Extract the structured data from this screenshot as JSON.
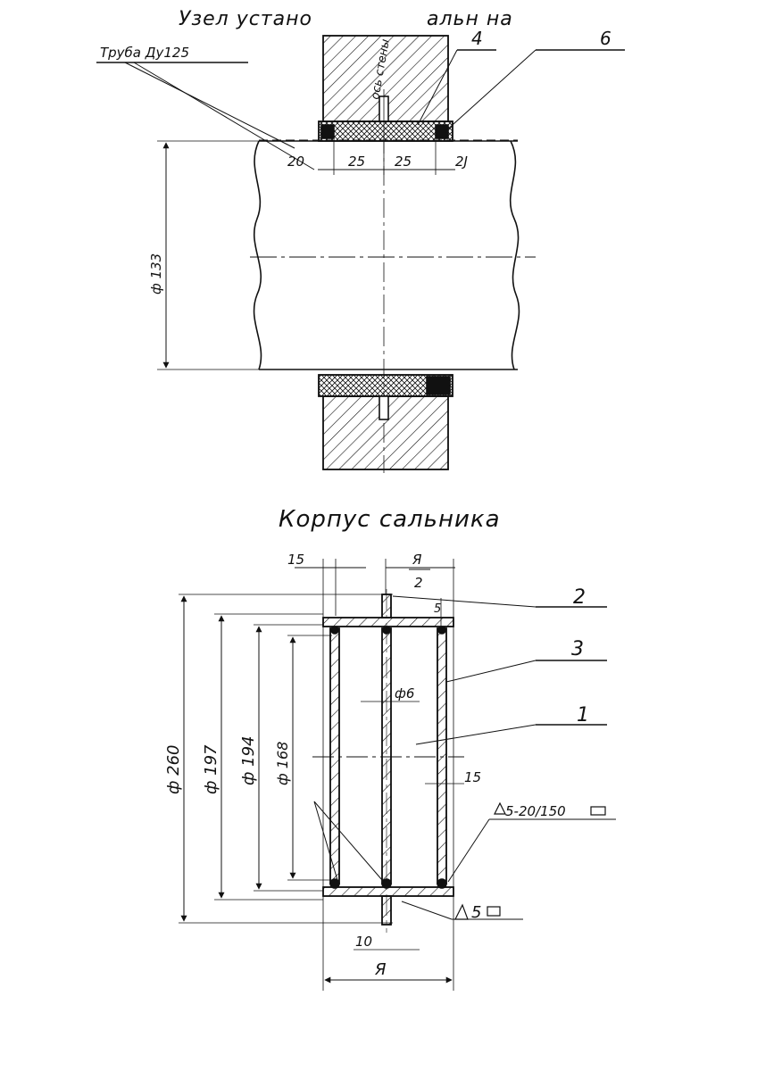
{
  "top": {
    "title_left": "Узел устано",
    "title_right": "альн  на",
    "pipe_label": "Труба Ду125",
    "wall_axis_label": "ось стены",
    "callouts": [
      "4",
      "6"
    ],
    "dims": [
      "20",
      "25",
      "25",
      "2J"
    ],
    "diameter": "ф 133"
  },
  "bottom": {
    "title": "Корпус сальника",
    "dim_top_left": "15",
    "dim_top_right": "Я",
    "dim_half": "2",
    "dim_5": "5",
    "dim_phi6": "ф6",
    "dim_15_right": "15",
    "weld_main": "5-20/150",
    "weld_bottom": "5",
    "dim_10": "10",
    "dim_A": "Я",
    "diameters": [
      "ф 260",
      "ф 197",
      "ф 194",
      "ф 168"
    ],
    "callouts": [
      "2",
      "3",
      "1"
    ]
  },
  "colors": {
    "ink": "#111111",
    "paper": "#ffffff"
  }
}
